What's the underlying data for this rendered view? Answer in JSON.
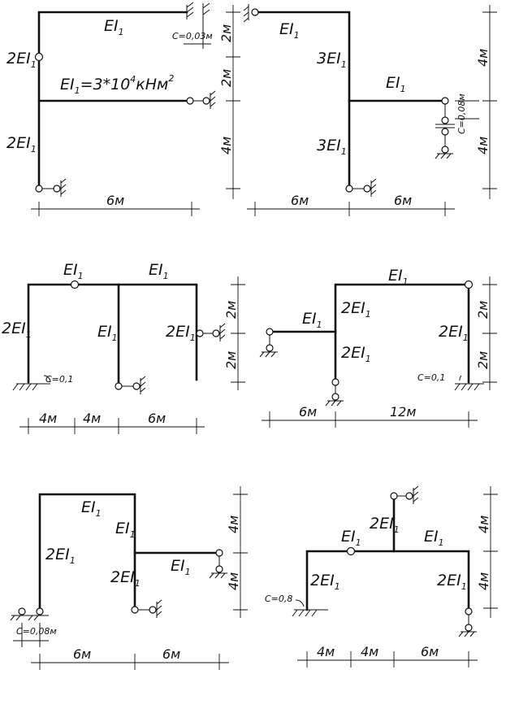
{
  "labels": {
    "ei1": "EI",
    "sub1": "1",
    "two_ei1": "2EI",
    "three_ei1": "3EI",
    "formula_main": "EI",
    "formula_eq": "=3*10",
    "formula_exp": "4",
    "formula_unit": "кНм",
    "formula_unit_exp": "2"
  },
  "diagram1": {
    "c_label": "С=0,03м",
    "dims_right": [
      "2м",
      "2м",
      "4м"
    ],
    "dims_bottom": [
      "6м"
    ]
  },
  "diagram2": {
    "c_label": "С=0,08м",
    "dims_right": [
      "4м",
      "4м"
    ],
    "dims_left": [
      "2м",
      "2м",
      "4м"
    ],
    "dims_bottom": [
      "6м",
      "6м"
    ]
  },
  "diagram3": {
    "c_label": "С=0,1",
    "dims_right": [
      "2м",
      "2м"
    ],
    "dims_bottom": [
      "4м",
      "4м",
      "6м"
    ]
  },
  "diagram4": {
    "c_label": "С=0,1",
    "dims_right": [
      "2м",
      "2м"
    ],
    "dims_bottom": [
      "6м",
      "12м"
    ]
  },
  "diagram5": {
    "c_label": "С=0,08м",
    "dims_right": [
      "4м",
      "4м"
    ],
    "dims_bottom": [
      "6м",
      "6м"
    ]
  },
  "diagram6": {
    "c_label": "С=0,8",
    "dims_right": [
      "4м",
      "4м"
    ],
    "dims_bottom": [
      "4м",
      "4м",
      "6м"
    ]
  }
}
